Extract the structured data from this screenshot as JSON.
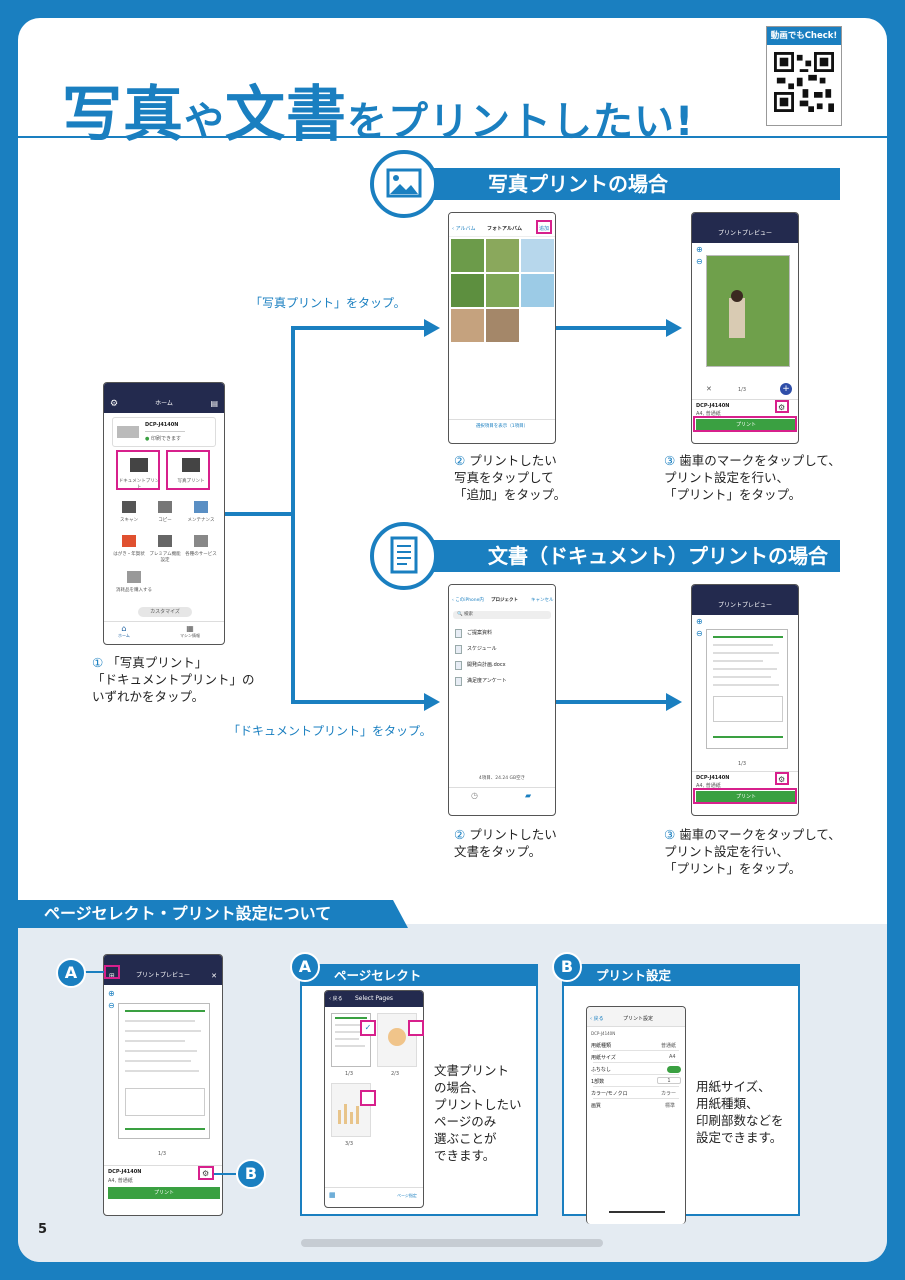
{
  "header": {
    "title_part1": "写真",
    "title_part2": "や",
    "title_part3": "文書",
    "title_part4": "をプリントしたい!",
    "qr_badge": "動画でもCheck!"
  },
  "photo_section": {
    "banner": "写真プリントの場合",
    "tap_caption": "「写真プリント」をタップ。",
    "step2_num": "②",
    "step2_lines": [
      "プリントしたい",
      "写真をタップして",
      "「追加」をタップ。"
    ],
    "step3_num": "③",
    "step3_lines": [
      "歯車のマークをタップして、",
      "プリント設定を行い、",
      "「プリント」をタップ。"
    ],
    "album_back": "アルバム",
    "album_title": "フォトアルバム",
    "album_add": "追加",
    "album_footer": "選択項目を表示（1項目）",
    "preview_title": "プリントプレビュー",
    "preview_page": "1/3",
    "printer_name": "DCP-J4140N",
    "printer_paper": "A4, 普通紙",
    "print_button": "プリント"
  },
  "doc_section": {
    "banner": "文書（ドキュメント）プリントの場合",
    "tap_caption": "「ドキュメントプリント」をタップ。",
    "step2_num": "②",
    "step2_lines": [
      "プリントしたい",
      "文書をタップ。"
    ],
    "step3_num": "③",
    "step3_lines": [
      "歯車のマークをタップして、",
      "プリント設定を行い、",
      "「プリント」をタップ。"
    ],
    "files_back": "このiPhone内",
    "files_title": "プロジェクト",
    "files_cancel": "キャンセル",
    "files_search": "検索",
    "files": [
      "ご提案資料",
      "スケジュール",
      "開発白計画.docx",
      "満足度アンケート"
    ],
    "files_footer": "4項目、24.24 GB空き",
    "preview_title": "プリントプレビュー",
    "preview_page": "1/3",
    "printer_name": "DCP-J4140N",
    "printer_paper": "A4, 普通紙",
    "print_button": "プリント"
  },
  "home_screen": {
    "step1_num": "①",
    "step1_lines": [
      "「写真プリント」",
      "「ドキュメントプリント」の",
      "いずれかをタップ。"
    ],
    "title": "ホーム",
    "printer_name": "DCP-J4140N",
    "printer_status": "印刷できます",
    "tiles": [
      "ドキュメントプリント",
      "写真プリント",
      "スキャン",
      "コピー",
      "メンテナンス",
      "はがき・年賀状",
      "プレミアム機能設定",
      "各種のサービス",
      "消耗品を購入する"
    ],
    "customize": "カスタマイズ",
    "tab_home": "ホーム",
    "tab_other": "マシン情報"
  },
  "lower_section": {
    "banner": "ページセレクト・プリント設定について",
    "badge_a": "A",
    "badge_b": "B",
    "preview_title": "プリントプレビュー",
    "preview_page": "1/3",
    "printer_name": "DCP-J4140N",
    "printer_paper": "A4, 普通紙",
    "print_button": "プリント",
    "panel_a_title": "ページセレクト",
    "panel_a_screen_title": "Select Pages",
    "panel_a_back": "戻る",
    "panel_a_pages": [
      "1/3",
      "2/3",
      "3/3"
    ],
    "panel_a_footer": "ページ指定",
    "panel_a_text": [
      "文書プリント",
      "の場合、",
      "プリントしたい",
      "ページのみ",
      "選ぶことが",
      "できます。"
    ],
    "panel_b_title": "プリント設定",
    "panel_b_back": "戻る",
    "panel_b_screen_title": "プリント設定",
    "panel_b_printer": "DCP-J4140N",
    "panel_b_rows": [
      {
        "label": "用紙種類",
        "value": "普通紙"
      },
      {
        "label": "用紙サイズ",
        "value": "A4"
      },
      {
        "label": "ふちなし",
        "value": ""
      },
      {
        "label": "1部数",
        "value": "1"
      },
      {
        "label": "カラー/モノクロ",
        "value": "カラー"
      },
      {
        "label": "画質",
        "value": "標準"
      }
    ],
    "panel_b_text": [
      "用紙サイズ、",
      "用紙種類、",
      "印刷部数などを",
      "設定できます。"
    ]
  },
  "footer": {
    "page_number": "5"
  },
  "colors": {
    "brand_blue": "#1a7fc0",
    "highlight_pink": "#d7208c",
    "print_green": "#3aa041",
    "app_navy": "#232a4e"
  }
}
